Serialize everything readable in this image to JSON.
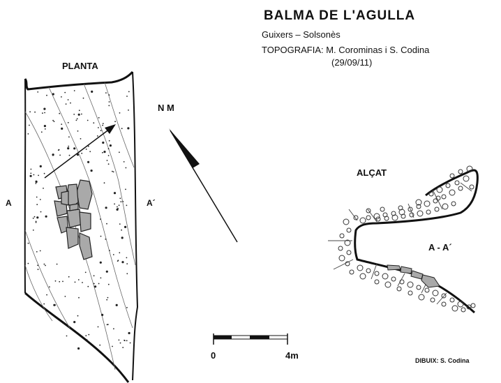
{
  "header": {
    "title": "BALMA  DE  L'AGULLA",
    "location": "Guixers – Solsonès",
    "topography": "TOPOGRAFIA: M. Corominas i S. Codina",
    "date": "(29/09/11)"
  },
  "plan": {
    "label": "PLANTA",
    "point_a": "A",
    "point_a_prime": "A´"
  },
  "north": {
    "label": "N M"
  },
  "section": {
    "label": "ALÇAT",
    "name": "A - A´"
  },
  "scale": {
    "start": "0",
    "end": "4m"
  },
  "credit": "DIBUIX: S. Codina",
  "colors": {
    "ink": "#111111",
    "rock_fill": "#a9a9a9",
    "background": "#ffffff"
  }
}
